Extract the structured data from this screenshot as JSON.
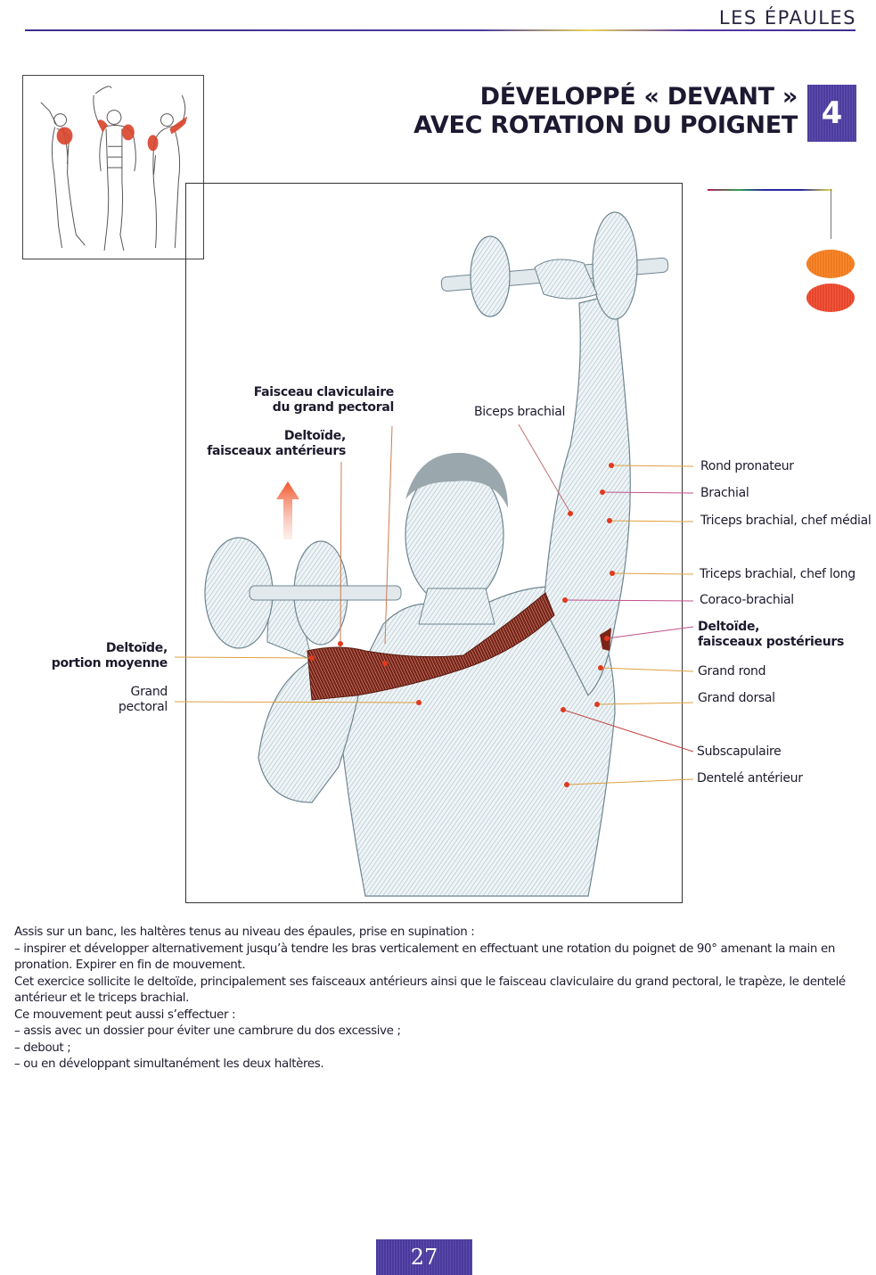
{
  "header": {
    "section": "LES ÉPAULES"
  },
  "title": {
    "line1": "DÉVELOPPÉ « DEVANT »",
    "line2": "AVEC ROTATION DU POIGNET",
    "exercise_number": "4"
  },
  "colors": {
    "accent_purple": "#4d3d9c",
    "primary_muscle": "#f07a20",
    "secondary_muscle": "#e8452e",
    "highlight_muscle": "#8a2a20"
  },
  "legend": {
    "ovals": [
      {
        "role": "primary-muscle",
        "color": "#f07a20"
      },
      {
        "role": "secondary-muscle",
        "color": "#e8452e"
      }
    ]
  },
  "thumbnail": {
    "icon": "three-anatomy-figures-icon"
  },
  "figure": {
    "icon": "seated-dumbbell-press-illustration",
    "arrow_icon": "upward-arrow-icon",
    "labels_left": [
      {
        "text1": "Faisceau claviculaire",
        "text2": "du grand pectoral",
        "bold": true
      },
      {
        "text1": "Deltoïde,",
        "text2": "faisceaux antérieurs",
        "bold": true
      },
      {
        "text1": "Deltoïde,",
        "text2": "portion moyenne",
        "bold": true
      },
      {
        "text1": "Grand",
        "text2": "pectoral",
        "bold": false
      }
    ],
    "label_biceps": "Biceps brachial",
    "labels_right": [
      {
        "text": "Rond pronateur"
      },
      {
        "text": "Brachial"
      },
      {
        "text": "Triceps brachial, chef médial"
      },
      {
        "text": "Triceps brachial, chef long"
      },
      {
        "text": "Coraco-brachial"
      },
      {
        "text1": "Deltoïde,",
        "text2": "faisceaux postérieurs",
        "bold": true
      },
      {
        "text": "Grand rond"
      },
      {
        "text": "Grand dorsal"
      },
      {
        "text": "Subscapulaire"
      },
      {
        "text": "Dentelé antérieur"
      }
    ]
  },
  "body": {
    "p1": "Assis sur un banc, les haltères tenus au niveau des épaules, prise en supination :",
    "p2": "inspirer et développer alternativement jusqu’à tendre les bras verticalement en effectuant une rotation du poignet de 90° amenant la main en pronation. Expirer en fin de mouvement.",
    "p3": "Cet exercice sollicite le deltoïde, principalement ses faisceaux antérieurs ainsi que le faisceau claviculaire du grand pectoral, le trapèze, le dentelé antérieur et le triceps brachial.",
    "p4": "Ce mouvement peut aussi s’effectuer :",
    "variants": [
      "assis avec un dossier pour éviter une cambrure du dos excessive ;",
      "debout ;",
      "ou en développant simultanément les deux haltères."
    ]
  },
  "footer": {
    "page_number": "27"
  }
}
